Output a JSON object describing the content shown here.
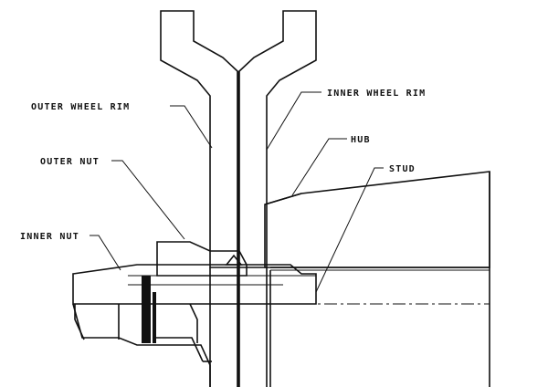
{
  "labels": {
    "outer_wheel_rim": "OUTER WHEEL RIM",
    "inner_wheel_rim": "INNER WHEEL RIM",
    "hub": "HUB",
    "outer_nut": "OUTER NUT",
    "stud": "STUD",
    "inner_nut": "INNER NUT"
  },
  "colors": {
    "ink": "#111111",
    "background": "#ffffff"
  }
}
